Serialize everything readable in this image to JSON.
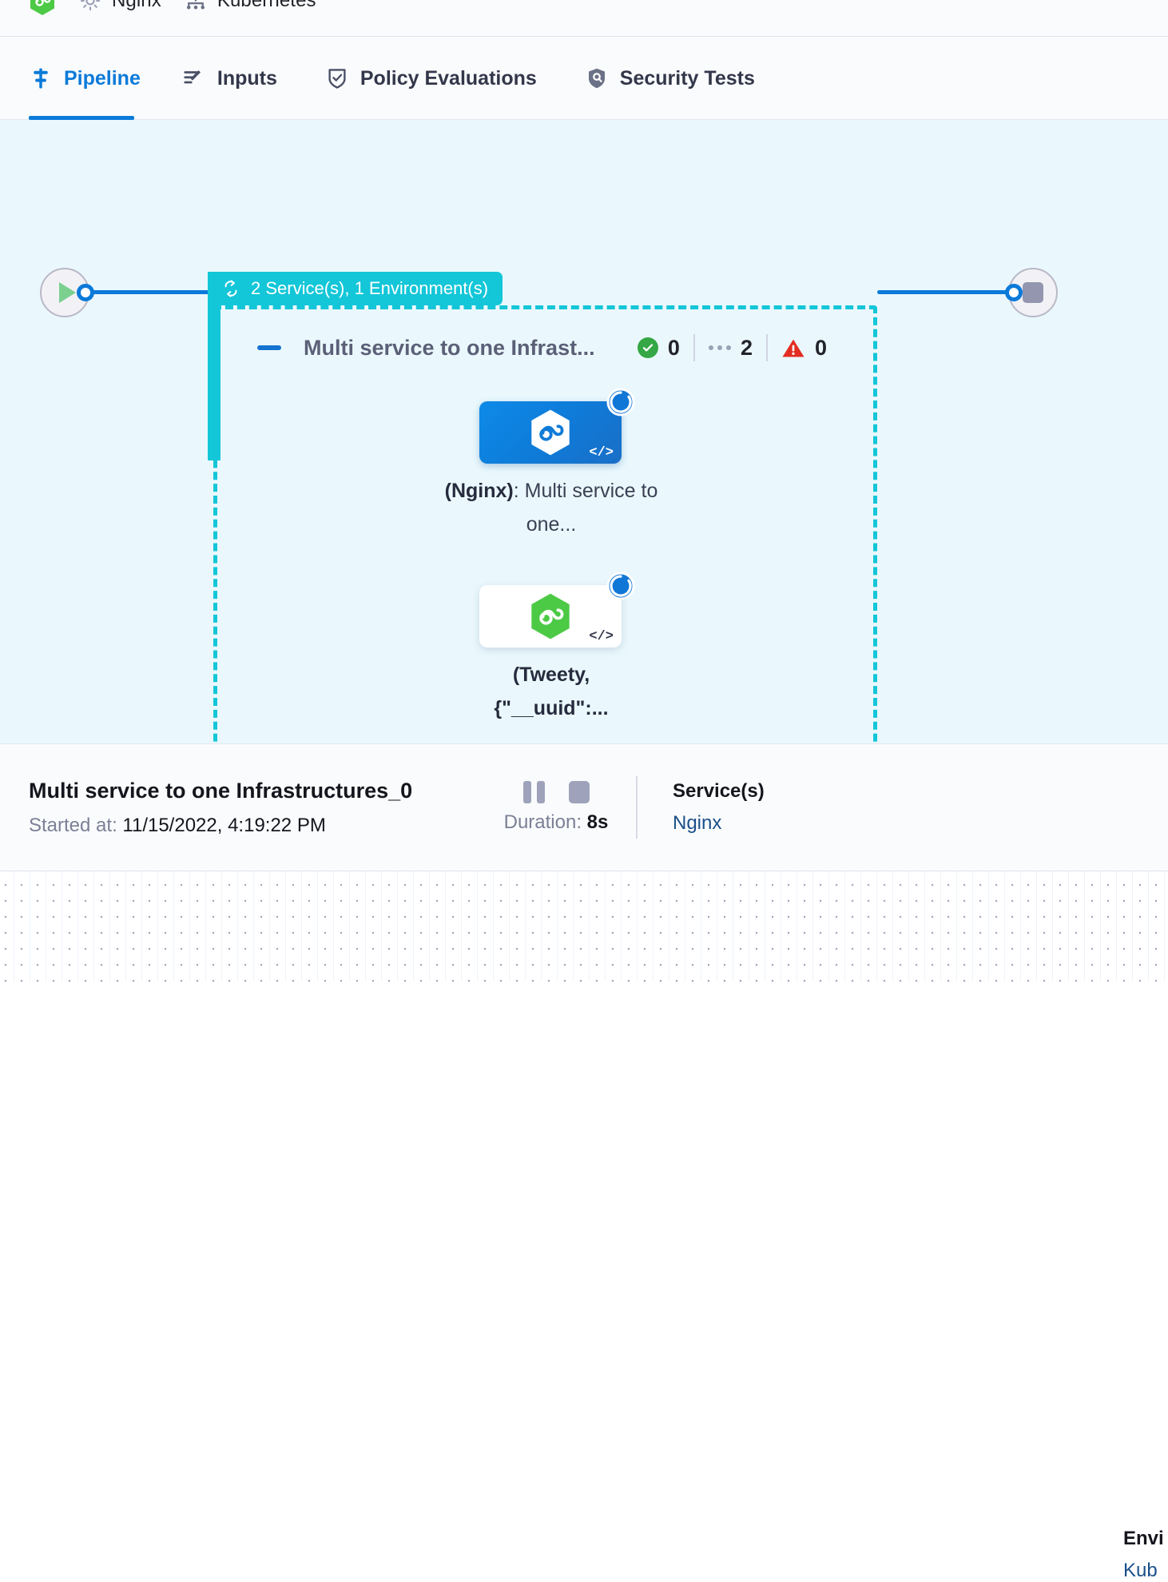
{
  "topbar": {
    "logo_icon": "hexagon-infinity-logo-green",
    "items": [
      {
        "icon": "gear-icon",
        "label": "Nginx"
      },
      {
        "icon": "kubernetes-icon",
        "label": "Kubernetes"
      }
    ]
  },
  "tabs": [
    {
      "id": "pipeline",
      "icon": "pipeline-icon",
      "label": "Pipeline",
      "active": true
    },
    {
      "id": "inputs",
      "icon": "inputs-wand-icon",
      "label": "Inputs",
      "active": false
    },
    {
      "id": "policy",
      "icon": "shield-check-icon",
      "label": "Policy Evaluations",
      "active": false
    },
    {
      "id": "security",
      "icon": "shield-scan-icon",
      "label": "Security Tests",
      "active": false
    }
  ],
  "canvas": {
    "start_node": {
      "icon": "play-icon",
      "name": "pipeline-start-node"
    },
    "stop_node": {
      "icon": "stop-square-icon",
      "name": "pipeline-end-node"
    },
    "group": {
      "badge_icon": "loop-repeat-icon",
      "badge_label": "2 Service(s), 1 Environment(s)",
      "collapse_icon": "collapse-minus-icon",
      "title": "Multi service to one Infrast...",
      "counts": {
        "success_icon": "check-circle-green-icon",
        "success": "0",
        "pending_icon": "pending-dots-icon",
        "pending": "2",
        "warning_icon": "warning-triangle-red-icon",
        "warning": "0"
      },
      "nodes": [
        {
          "icon": "hexagon-infinity-icon-white",
          "code_badge": "</>",
          "status_icon": "running-spinner-icon",
          "label_bold": "(Nginx)",
          "label_rest": ": Multi service to one..."
        },
        {
          "icon": "hexagon-infinity-icon-green",
          "code_badge": "</>",
          "status_icon": "running-spinner-icon",
          "label_bold": "(Tweety,",
          "label_rest": "{\"__uuid\":..."
        }
      ]
    }
  },
  "info": {
    "title": "Multi service to one Infrastructures_0",
    "started_key": "Started at:",
    "started_value": "11/15/2022, 4:19:22 PM",
    "pause_icon": "pause-icon",
    "stop_icon": "stop-icon",
    "duration_key": "Duration:",
    "duration_value": "8s",
    "services_heading": "Service(s)",
    "services_value": "Nginx",
    "environments_heading": "Envi",
    "environments_value": "Kub"
  },
  "colors": {
    "accent_blue": "#0b7ad9",
    "group_teal": "#13c6d8",
    "canvas_bg": "#eaf8fd",
    "success_green": "#35a744",
    "warning_red": "#e32d22"
  }
}
